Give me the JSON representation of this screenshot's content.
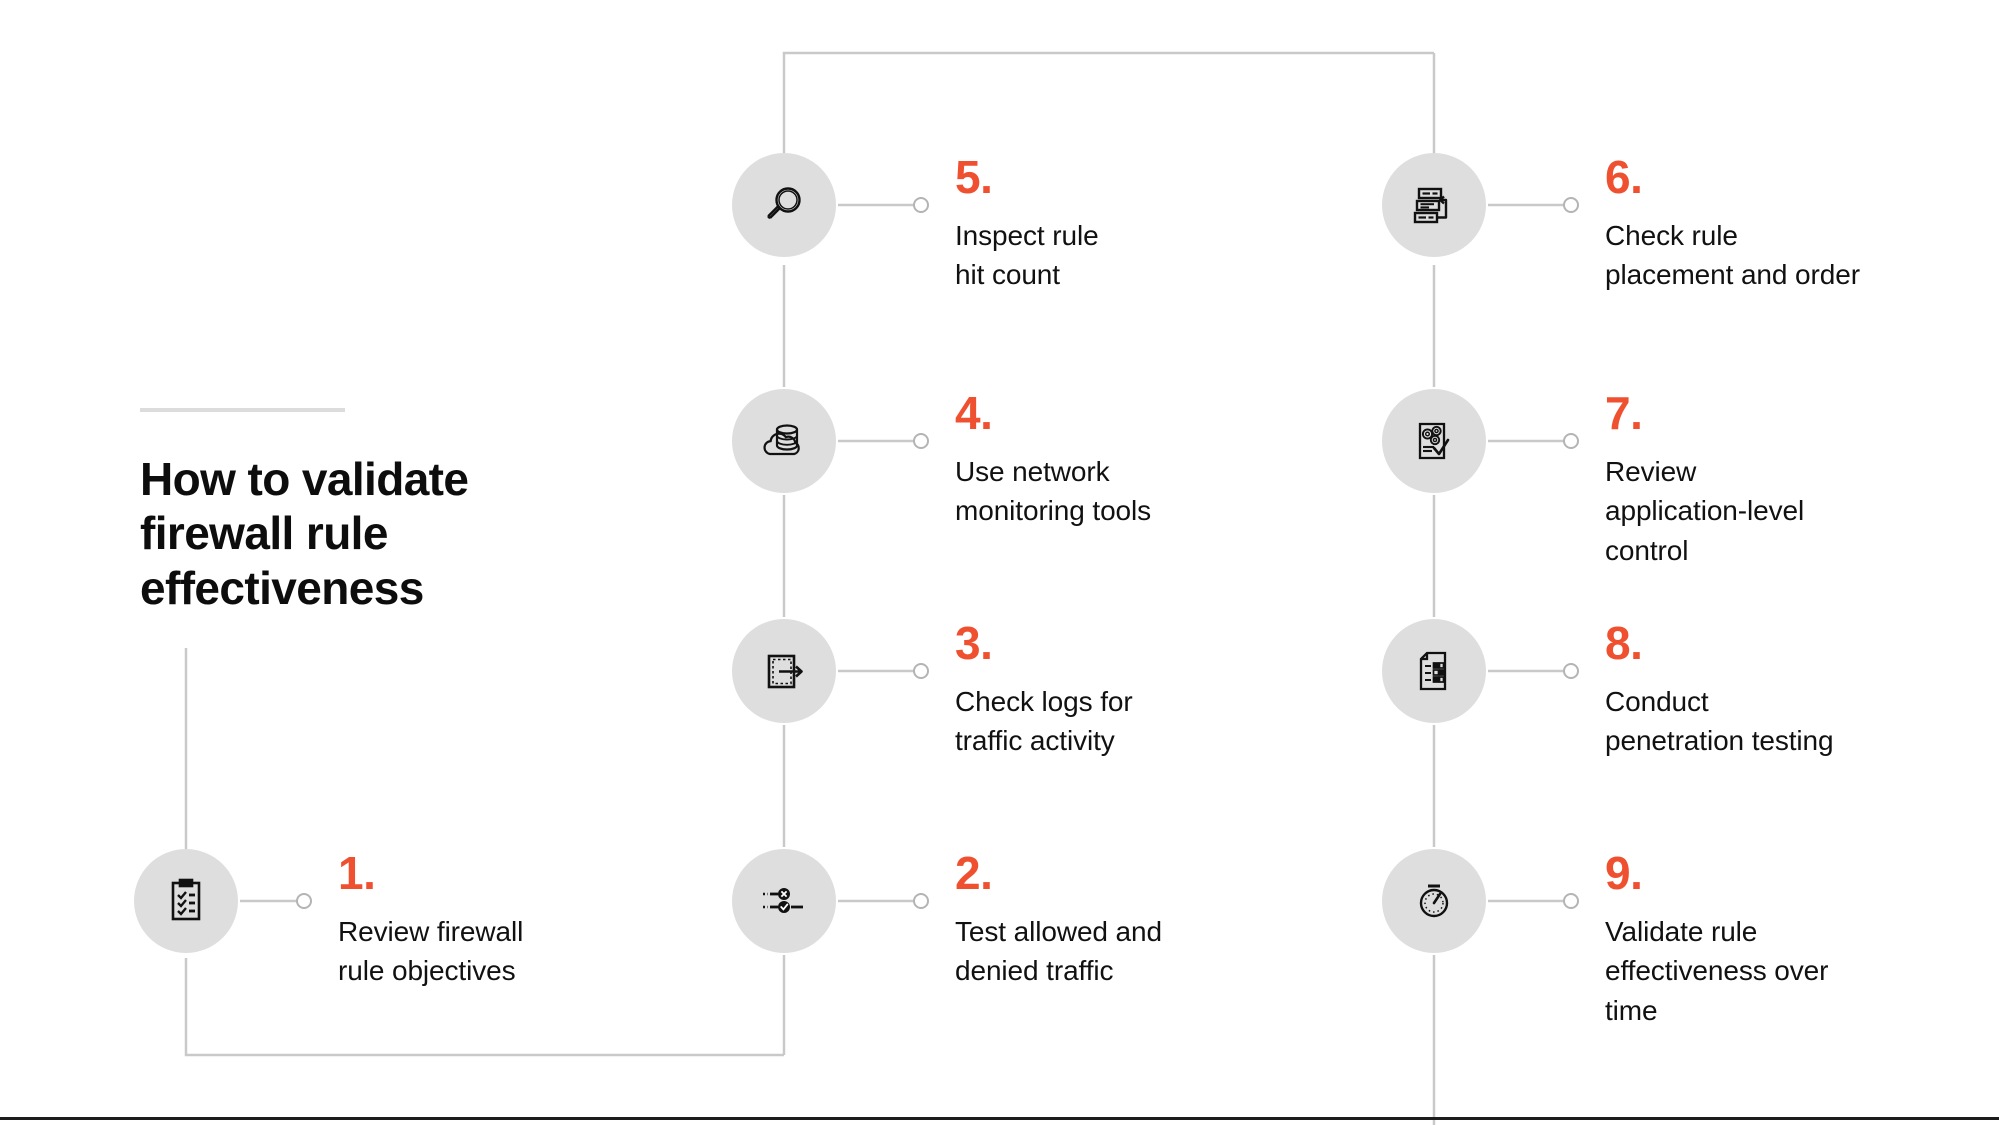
{
  "title": {
    "text": "How to validate\nfirewall rule\neffectiveness",
    "divider": "title-divider"
  },
  "colors": {
    "accent": "#ef5130",
    "badge_bg": "#dddedd",
    "wire": "#c9c9c9",
    "text": "#111111",
    "divider": "#dcdcdc",
    "bottom_rule": "#1c1c1c",
    "background": "#ffffff"
  },
  "steps": [
    {
      "number": "1.",
      "label": "Review firewall\nrule objectives",
      "icon": "clipboard-checklist-icon",
      "column": "left"
    },
    {
      "number": "2.",
      "label": "Test allowed and\ndenied traffic",
      "icon": "allow-deny-traffic-icon",
      "column": "middle"
    },
    {
      "number": "3.",
      "label": "Check logs for\ntraffic activity",
      "icon": "log-export-arrow-icon",
      "column": "middle"
    },
    {
      "number": "4.",
      "label": "Use network\nmonitoring tools",
      "icon": "cloud-database-icon",
      "column": "middle"
    },
    {
      "number": "5.",
      "label": "Inspect rule\nhit count",
      "icon": "magnifying-glass-icon",
      "column": "middle"
    },
    {
      "number": "6.",
      "label": "Check rule\nplacement and order",
      "icon": "reorder-rules-icon",
      "column": "right"
    },
    {
      "number": "7.",
      "label": "Review\napplication-level\ncontrol",
      "icon": "document-gears-check-icon",
      "column": "right"
    },
    {
      "number": "8.",
      "label": "Conduct\npenetration testing",
      "icon": "document-checkbox-list-icon",
      "column": "right"
    },
    {
      "number": "9.",
      "label": "Validate rule\neffectiveness over\ntime",
      "icon": "stopwatch-icon",
      "column": "right"
    }
  ]
}
